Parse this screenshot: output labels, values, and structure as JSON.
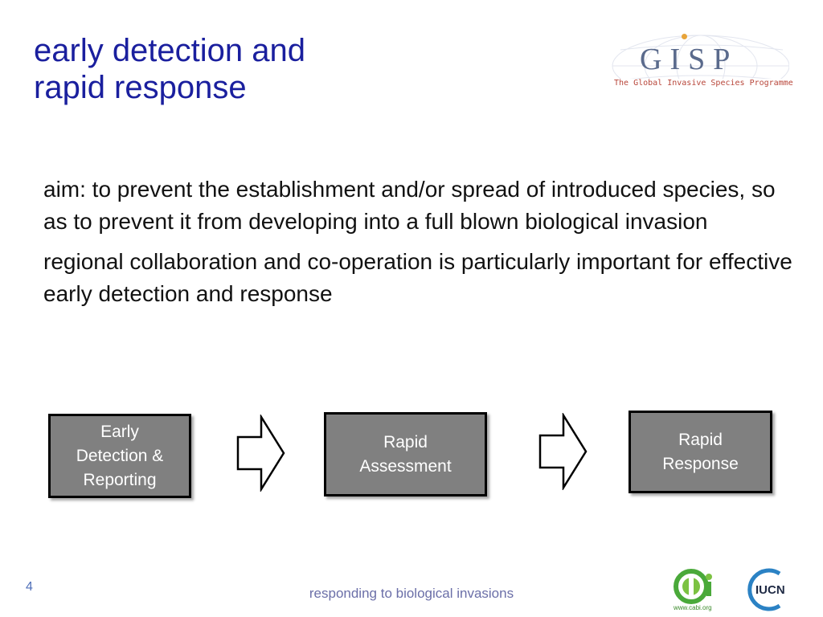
{
  "slide": {
    "title_line1": "early detection and",
    "title_line2": "rapid response",
    "page_number": "4",
    "footer": "responding to biological invasions"
  },
  "gisp_logo": {
    "name": "GISP",
    "subtitle": "The Global Invasive Species Programme",
    "colors": {
      "letters": "#5a6a8c",
      "dot": "#e8a43a",
      "subtitle": "#b8463a"
    }
  },
  "body": {
    "paragraph1": "aim: to prevent the establishment and/or spread of introduced species, so as to prevent it from developing into a full blown biological invasion",
    "paragraph2": "regional collaboration and co-operation is particularly important for effective early detection and response"
  },
  "flow": {
    "steps": [
      {
        "lines": [
          "Early",
          "Detection &",
          "Reporting"
        ]
      },
      {
        "lines": [
          "Rapid",
          "Assessment"
        ]
      },
      {
        "lines": [
          "Rapid",
          "Response"
        ]
      }
    ],
    "arrow_icon": "right-arrow-outline",
    "box_color": "#808080"
  },
  "partner_logos": {
    "cabi_text": "www.cabi.org",
    "iucn_text": "IUCN"
  },
  "colors": {
    "title": "#1a1f9e",
    "body_text": "#111111",
    "footer": "#6b6fa8"
  }
}
